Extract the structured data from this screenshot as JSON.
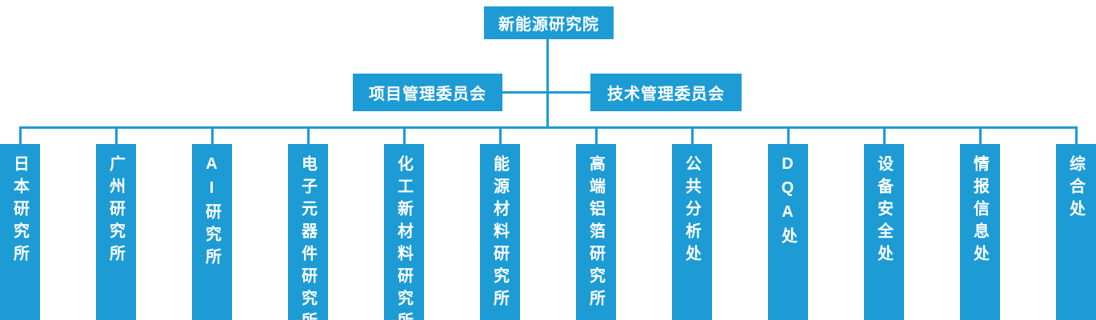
{
  "org": {
    "root": {
      "label": "新能源研究院"
    },
    "committees": [
      {
        "label": "项目管理委员会"
      },
      {
        "label": "技术管理委员会"
      }
    ],
    "departments": [
      {
        "label": "日本研究所"
      },
      {
        "label": "广州研究所"
      },
      {
        "label": "AI研究所"
      },
      {
        "label": "电子元器件研究所"
      },
      {
        "label": "化工新材料研究所"
      },
      {
        "label": "能源材料研究所"
      },
      {
        "label": "高端铝箔研究所"
      },
      {
        "label": "公共分析处"
      },
      {
        "label": "DQA处"
      },
      {
        "label": "设备安全处"
      },
      {
        "label": "情报信息处"
      },
      {
        "label": "综合处"
      }
    ],
    "colors": {
      "node_fill": "#1d9bd5",
      "connector_line": "#1d9bd5",
      "node_text": "#ffffff",
      "background": "#ffffff"
    }
  }
}
